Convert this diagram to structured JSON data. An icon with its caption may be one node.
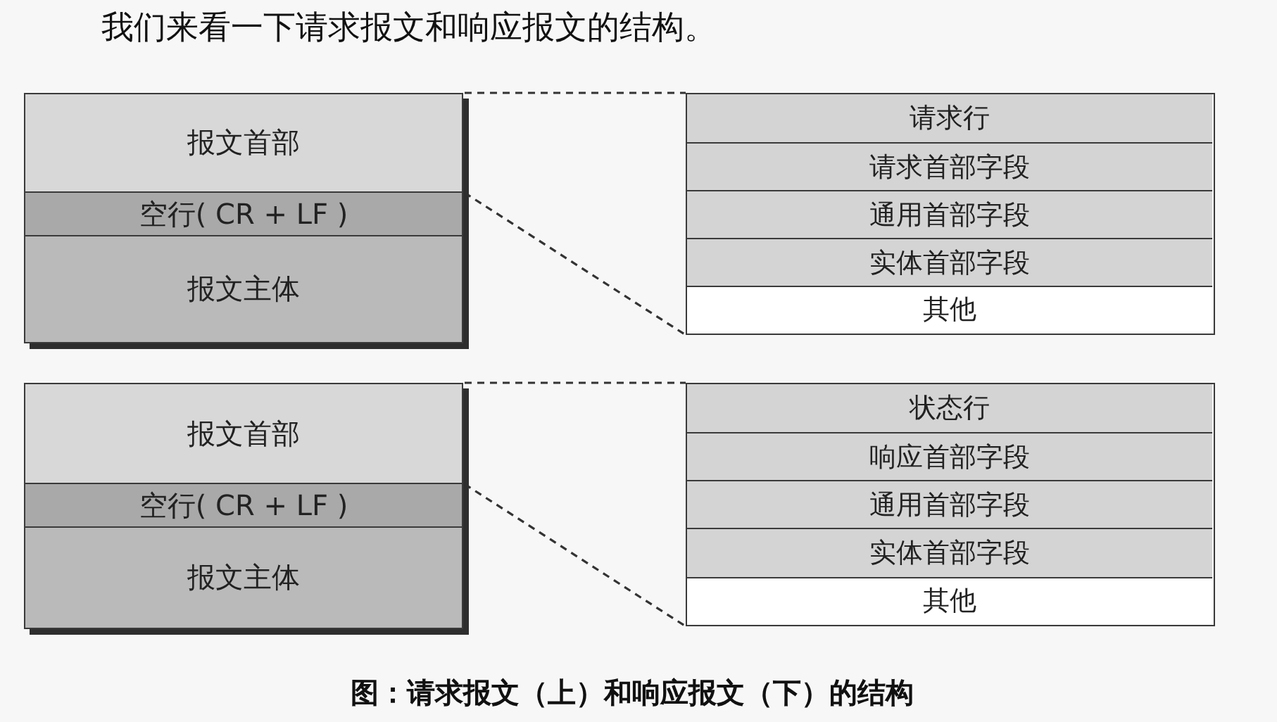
{
  "diagram": {
    "title": "我们来看一下请求报文和响应报文的结构。",
    "caption": "图：请求报文（上）和响应报文（下）的结构",
    "nodes": [
      {
        "text": [],
        "shape": "box"
      },
      {
        "text": [
          "报文首部"
        ],
        "in": 0
      },
      {
        "text": [
          "空行( CR + LF )"
        ],
        "in": 0
      },
      {
        "text": [
          "报文主体"
        ],
        "in": 0
      },
      {
        "text": [],
        "shape": "box"
      },
      {
        "text": [
          "请求行"
        ],
        "in": 4
      },
      {
        "text": [
          "请求首部字段"
        ],
        "in": 4
      },
      {
        "text": [
          "通用首部字段"
        ],
        "in": 4
      },
      {
        "text": [
          "实体首部字段"
        ],
        "in": 4
      },
      {
        "text": [
          "其他"
        ],
        "in": 4
      },
      {
        "text": [],
        "shape": "box"
      },
      {
        "text": [
          "报文首部"
        ],
        "in": 10
      },
      {
        "text": [
          "空行( CR + LF )"
        ],
        "in": 10
      },
      {
        "text": [
          "报文主体"
        ],
        "in": 10
      },
      {
        "text": [],
        "shape": "box"
      },
      {
        "text": [
          "状态行"
        ],
        "in": 14
      },
      {
        "text": [
          "响应首部字段"
        ],
        "in": 14
      },
      {
        "text": [
          "通用首部字段"
        ],
        "in": 14
      },
      {
        "text": [
          "实体首部字段"
        ],
        "in": 14
      },
      {
        "text": [
          "其他"
        ],
        "in": 14
      }
    ],
    "edges": [
      {
        "from": 1,
        "to": 4,
        "arrow": "none",
        "style": "dashed"
      },
      {
        "from": 1,
        "to": 4,
        "arrow": "none",
        "style": "dashed"
      },
      {
        "from": 11,
        "to": 14,
        "arrow": "none",
        "style": "dashed"
      },
      {
        "from": 11,
        "to": 14,
        "arrow": "none",
        "style": "dashed"
      }
    ]
  }
}
